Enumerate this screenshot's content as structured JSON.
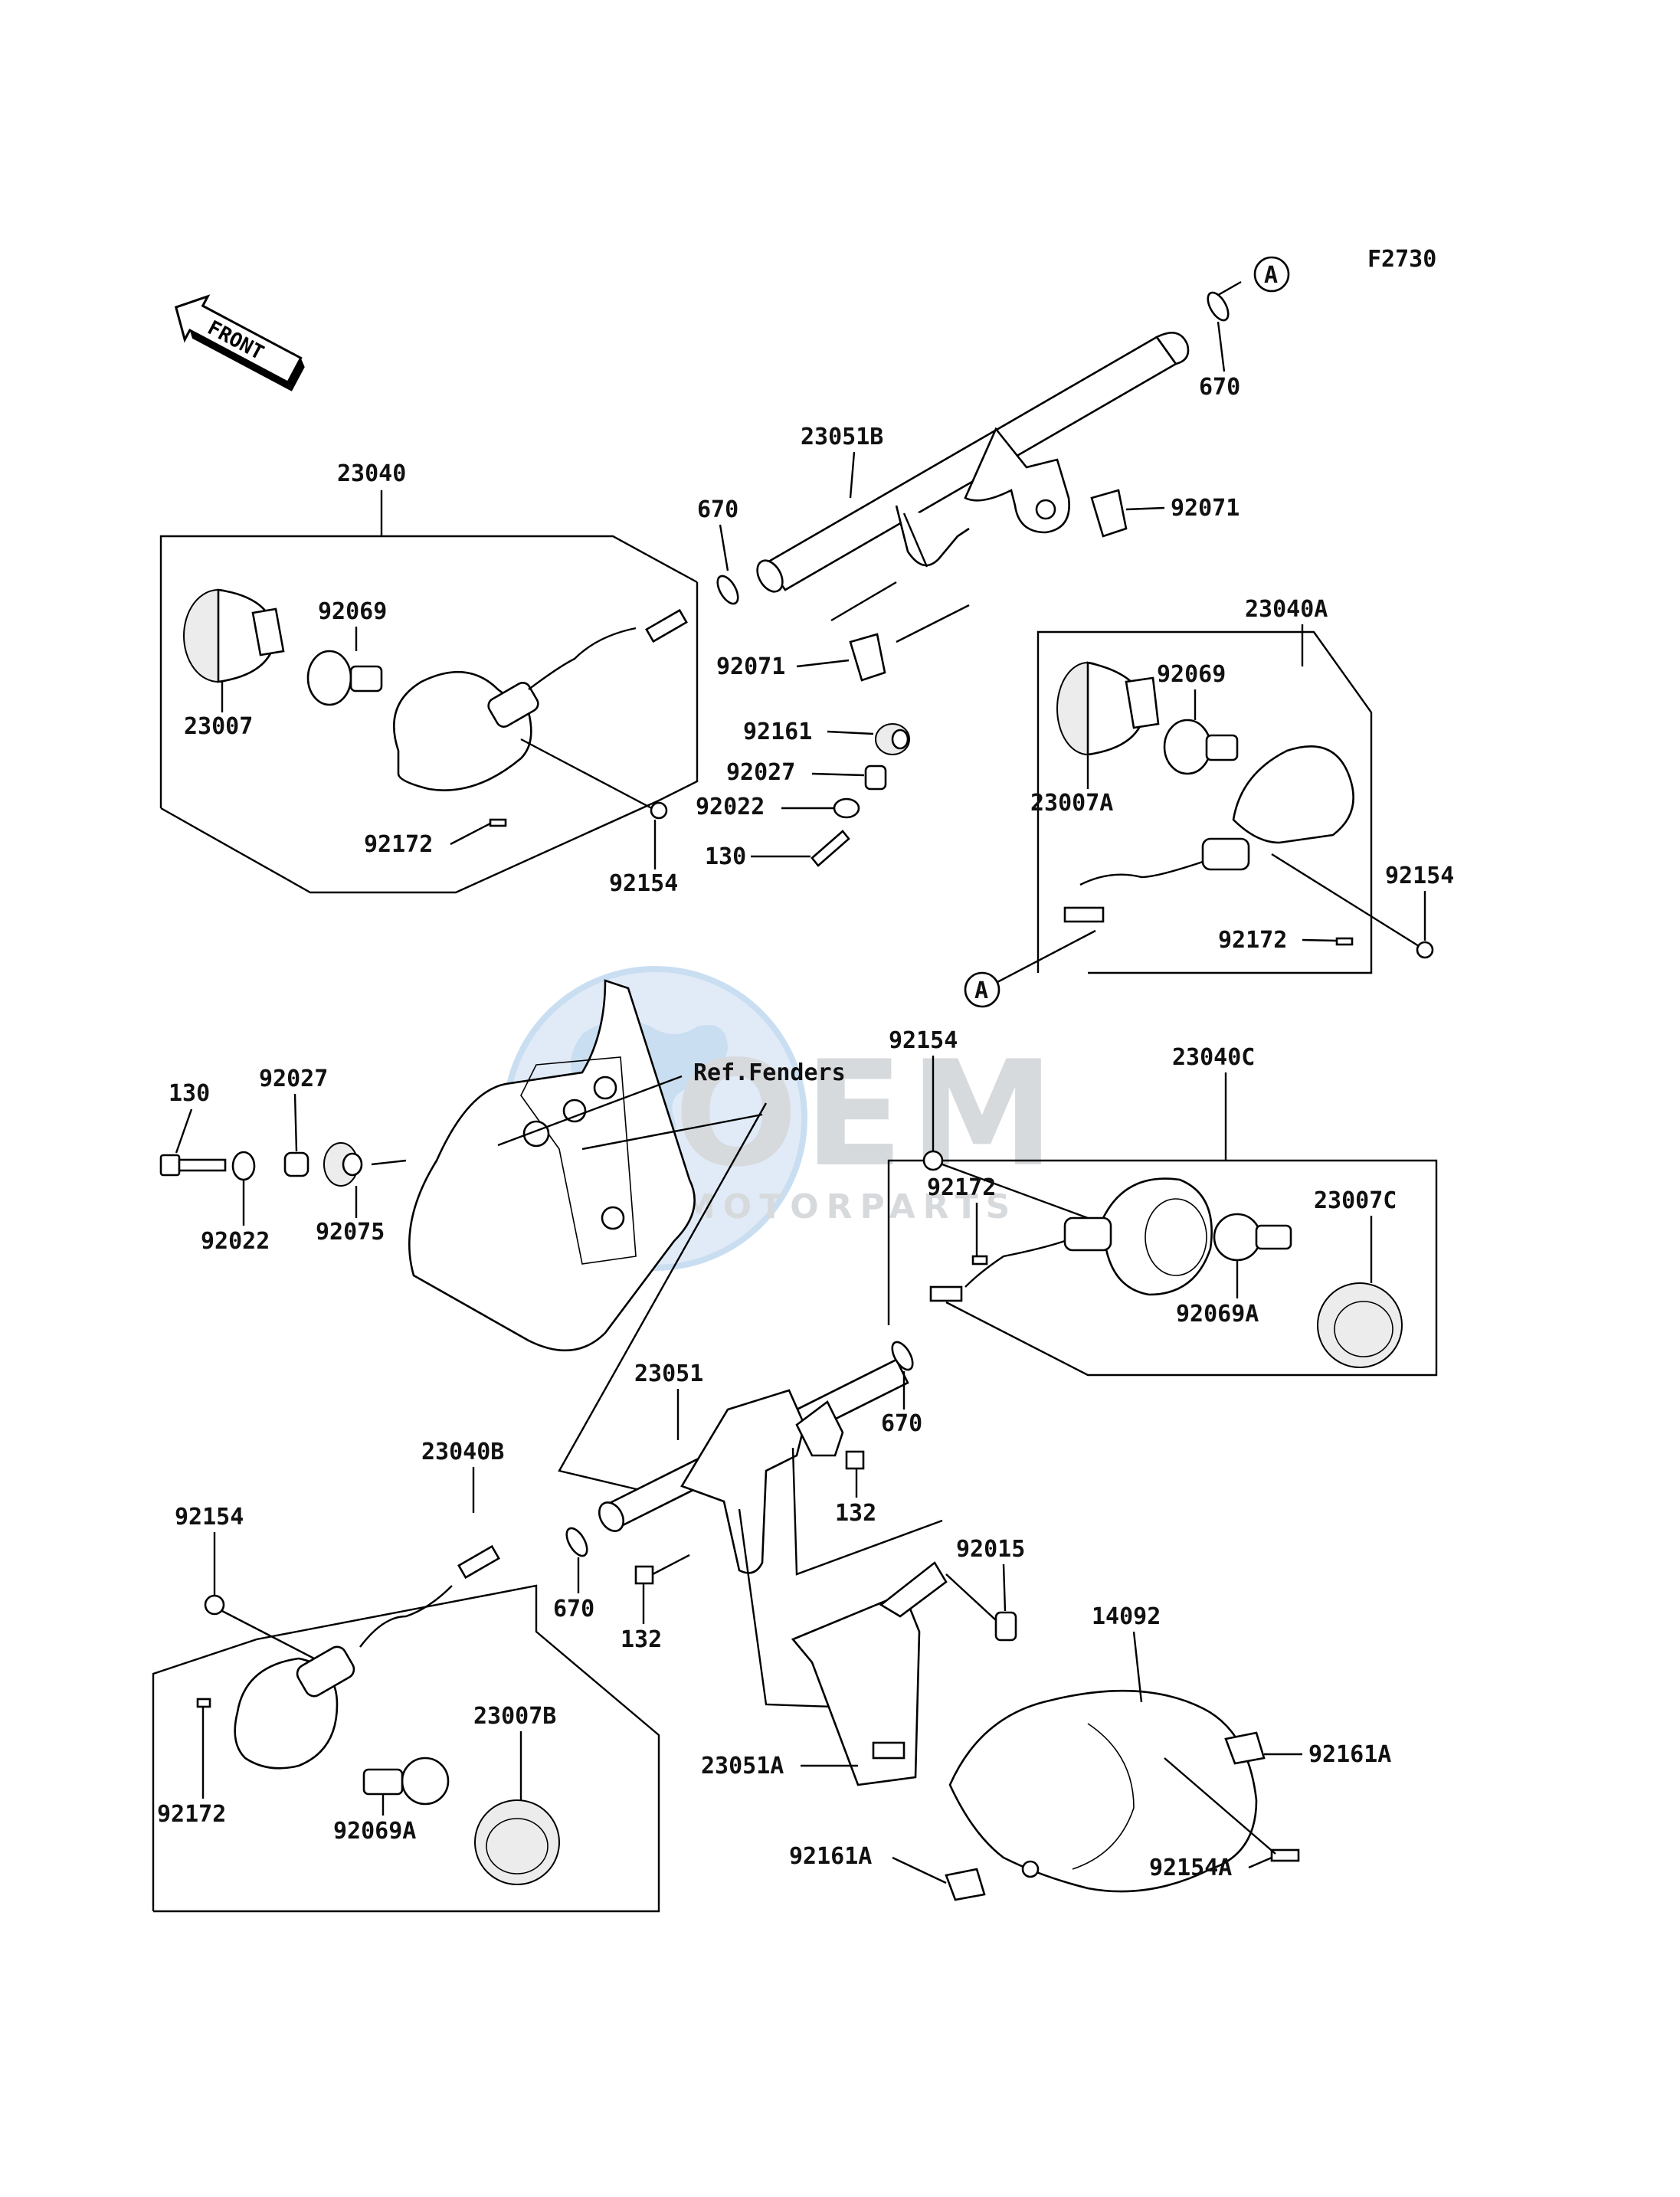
{
  "figure_code": "F2730",
  "front_arrow_label": "FRONT",
  "ref_fenders": "Ref.Fenders",
  "watermark": {
    "text": "MOTORPARTS",
    "logo_letters": "OEM"
  },
  "connector_marker": "A",
  "labels": {
    "p23040": "23040",
    "p23040a": "23040A",
    "p23040b": "23040B",
    "p23040c": "23040C",
    "p23051": "23051",
    "p23051a": "23051A",
    "p23051b": "23051B",
    "p23007": "23007",
    "p23007a": "23007A",
    "p23007b": "23007B",
    "p23007c": "23007C",
    "p92069": "92069",
    "p92069a": "92069A",
    "p92172": "92172",
    "p92154": "92154",
    "p92154a": "92154A",
    "p670": "670",
    "p92071": "92071",
    "p92161": "92161",
    "p92161a": "92161A",
    "p92027": "92027",
    "p92022": "92022",
    "p130": "130",
    "p92075": "92075",
    "p132": "132",
    "p92015": "92015",
    "p14092": "14092"
  },
  "colors": {
    "ink": "#000000",
    "watermark_blue": "#9fc4e8",
    "watermark_grey": "#b8bcc2"
  }
}
